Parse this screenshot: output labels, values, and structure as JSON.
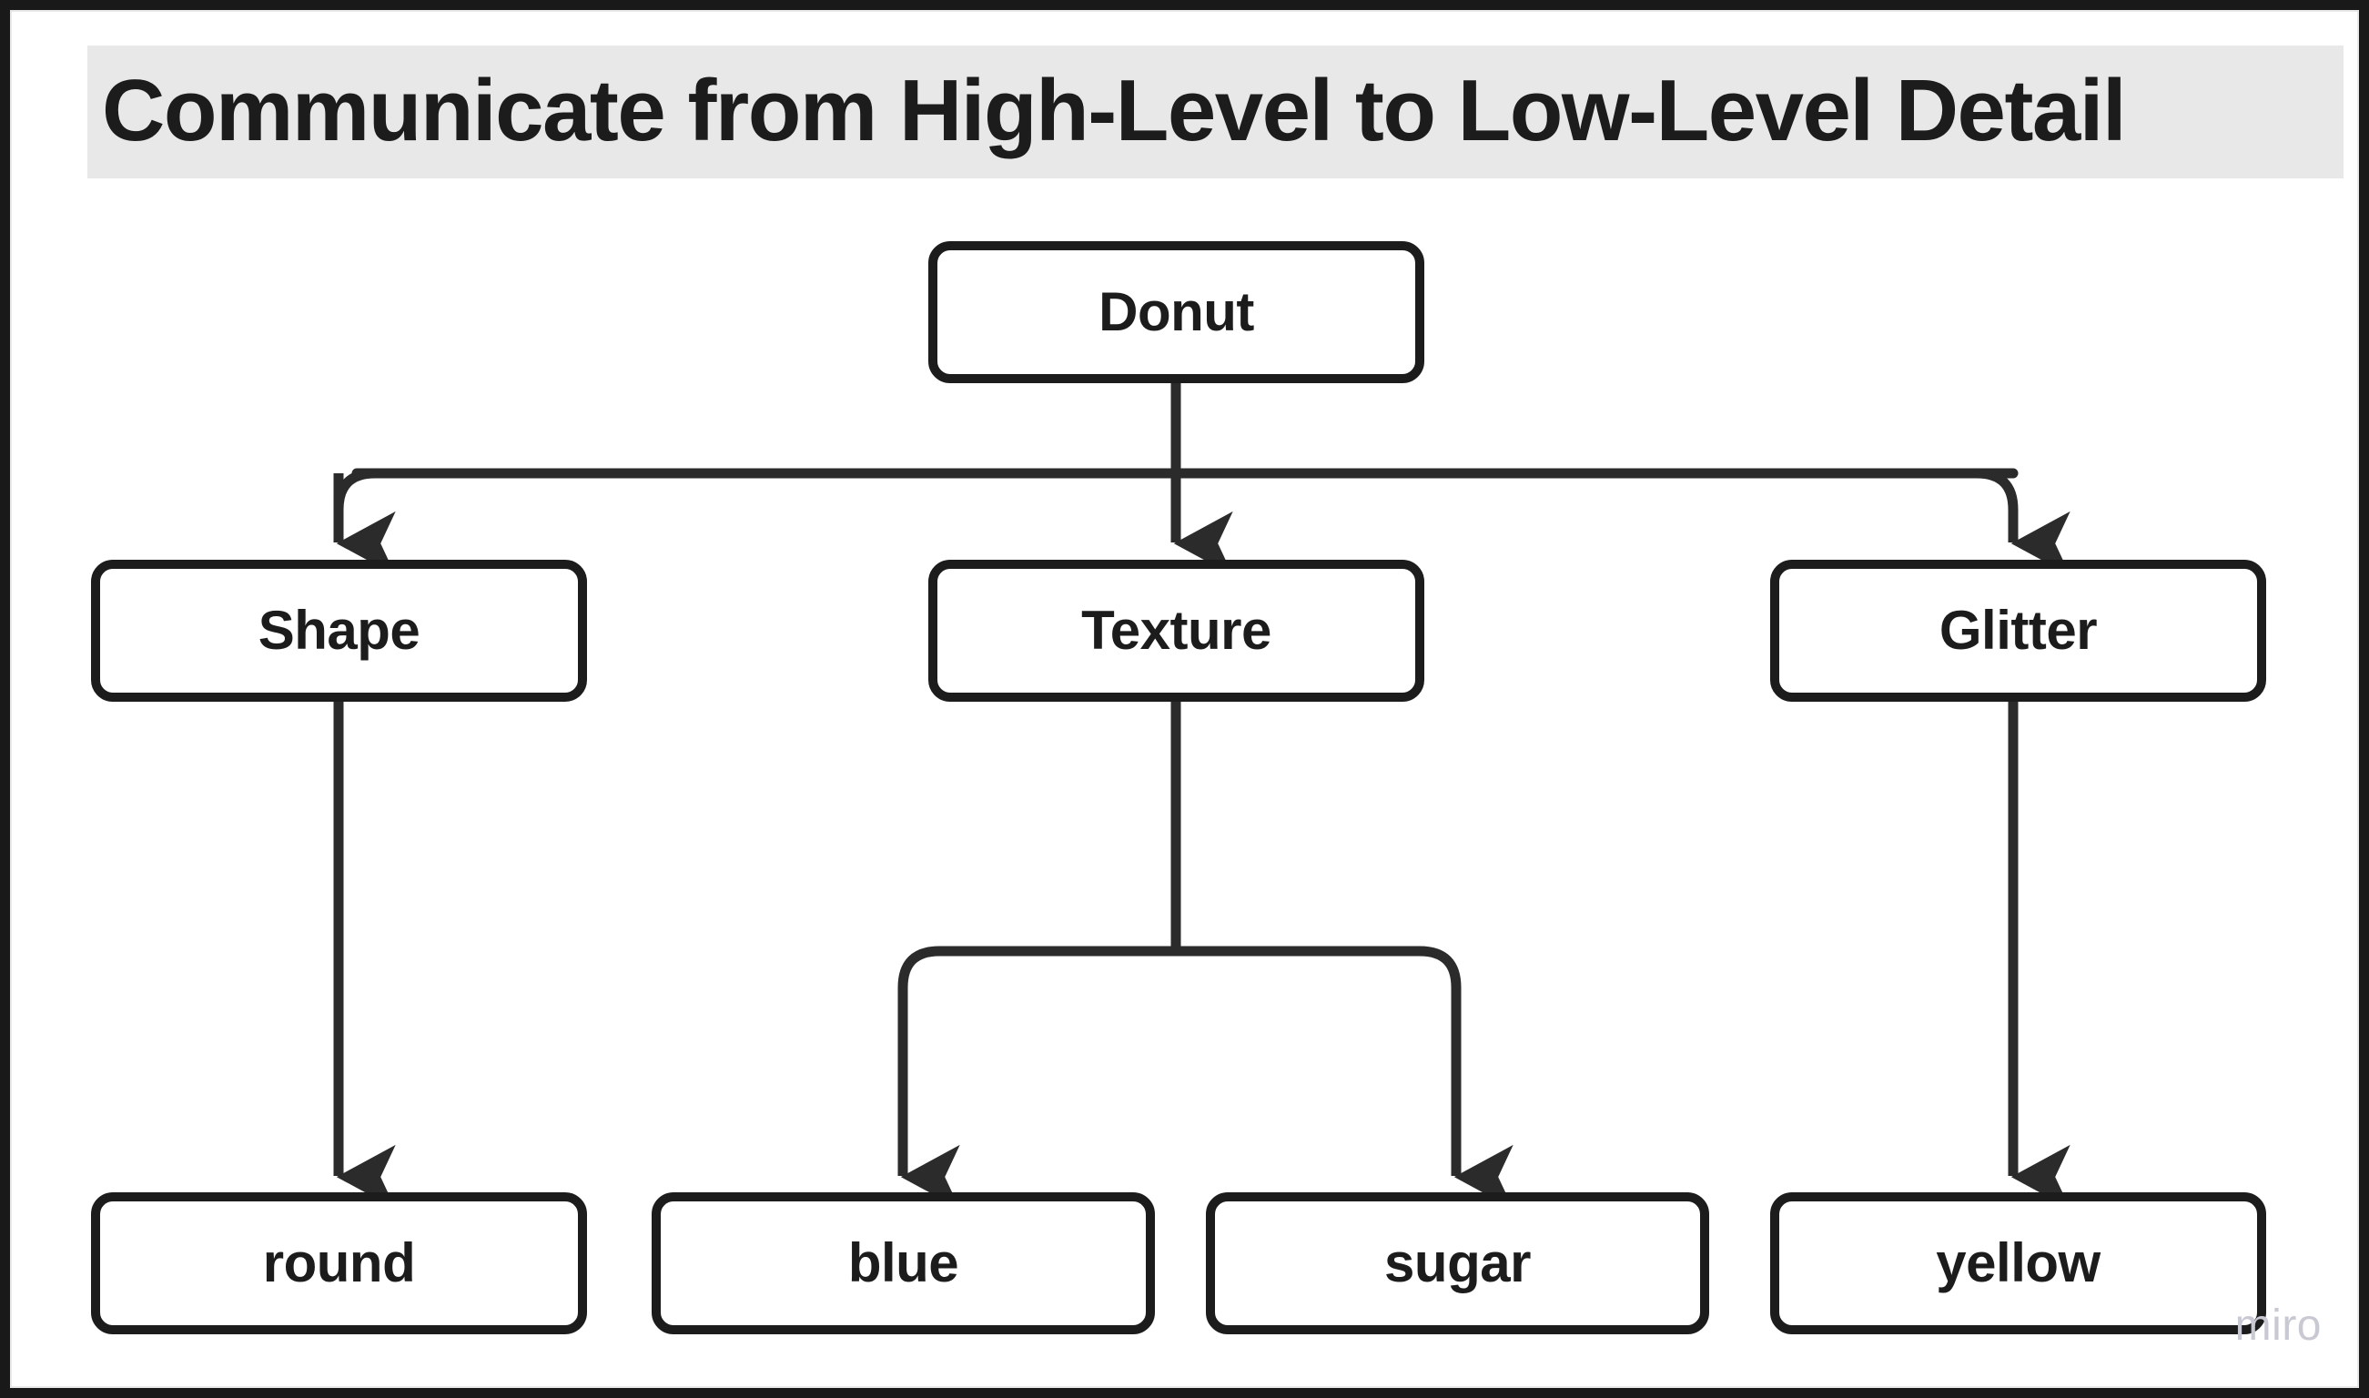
{
  "title": "Communicate from High-Level to Low-Level Detail",
  "watermark": "miro",
  "colors": {
    "frame": "#191919",
    "title_band": "#e8e8e8",
    "title_text": "#1c1c1c",
    "node_border": "#1c1c1c",
    "node_fill": "#ffffff",
    "node_text": "#1c1c1c",
    "edge": "#2b2b2b",
    "watermark": "#c9c9d4"
  },
  "diagram": {
    "type": "tree",
    "root": "Donut",
    "levels": [
      {
        "level": 1,
        "nodes": [
          "Donut"
        ]
      },
      {
        "level": 2,
        "nodes": [
          "Shape",
          "Texture",
          "Glitter"
        ]
      },
      {
        "level": 3,
        "nodes": [
          "round",
          "blue",
          "sugar",
          "yellow"
        ]
      }
    ],
    "nodes": [
      {
        "id": "donut",
        "label": "Donut",
        "level": 1
      },
      {
        "id": "shape",
        "label": "Shape",
        "level": 2
      },
      {
        "id": "texture",
        "label": "Texture",
        "level": 2
      },
      {
        "id": "glitter",
        "label": "Glitter",
        "level": 2
      },
      {
        "id": "round",
        "label": "round",
        "level": 3
      },
      {
        "id": "blue",
        "label": "blue",
        "level": 3
      },
      {
        "id": "sugar",
        "label": "sugar",
        "level": 3
      },
      {
        "id": "yellow",
        "label": "yellow",
        "level": 3
      }
    ],
    "edges": [
      {
        "from": "donut",
        "to": "shape"
      },
      {
        "from": "donut",
        "to": "texture"
      },
      {
        "from": "donut",
        "to": "glitter"
      },
      {
        "from": "shape",
        "to": "round"
      },
      {
        "from": "texture",
        "to": "blue"
      },
      {
        "from": "texture",
        "to": "sugar"
      },
      {
        "from": "glitter",
        "to": "yellow"
      }
    ]
  }
}
